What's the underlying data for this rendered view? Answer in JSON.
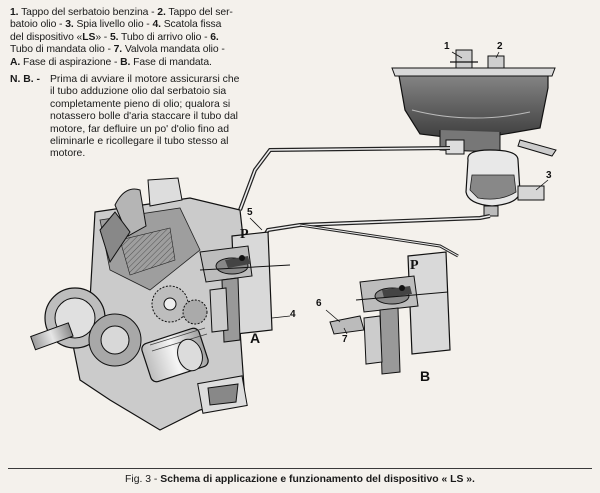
{
  "legend": {
    "lines": [
      [
        {
          "t": "1.",
          "b": true
        },
        {
          "t": " Tappo del serbatoio benzina - ",
          "b": false
        },
        {
          "t": "2.",
          "b": true
        },
        {
          "t": " Tappo del ser-",
          "b": false
        }
      ],
      [
        {
          "t": "batoio olio - ",
          "b": false
        },
        {
          "t": "3.",
          "b": true
        },
        {
          "t": " Spia livello olio - ",
          "b": false
        },
        {
          "t": "4.",
          "b": true
        },
        {
          "t": " Scatola fissa",
          "b": false
        }
      ],
      [
        {
          "t": "del dispositivo «",
          "b": false
        },
        {
          "t": "LS",
          "b": true
        },
        {
          "t": "» - ",
          "b": false
        },
        {
          "t": "5.",
          "b": true
        },
        {
          "t": " Tubo di arrivo olio - ",
          "b": false
        },
        {
          "t": "6.",
          "b": true
        }
      ],
      [
        {
          "t": "Tubo di mandata olio - ",
          "b": false
        },
        {
          "t": "7.",
          "b": true
        },
        {
          "t": " Valvola mandata olio -",
          "b": false
        }
      ],
      [
        {
          "t": "A.",
          "b": true
        },
        {
          "t": " Fase di aspirazione - ",
          "b": false
        },
        {
          "t": "B.",
          "b": true
        },
        {
          "t": " Fase di mandata.",
          "b": false
        }
      ]
    ]
  },
  "note": {
    "label": "N. B. -",
    "lines": [
      "Prima di avviare il motore assicurarsi che",
      "il tubo adduzione olio dal serbatoio sia",
      "completamente pieno di olio; qualora si",
      "notassero bolle d'aria staccare il tubo dal",
      "motore, far defluire un po' d'olio fino ad",
      "eliminarle e ricollegare il tubo stesso al",
      "motore."
    ]
  },
  "callouts": {
    "c1": "1",
    "c2": "2",
    "c3": "3",
    "c4": "4",
    "c5": "5",
    "c6": "6",
    "c7": "7",
    "phaseA": "A",
    "phaseB": "B",
    "pA": "P",
    "pB": "P"
  },
  "caption": {
    "fig": "Fig. 3 - ",
    "title": "Schema di applicazione e funzionamento del dispositivo « LS »."
  },
  "colors": {
    "paper": "#f4f1ec",
    "ink": "#1a1a1a",
    "tank_dark": "#4a4a4a",
    "metal_light": "#cfcfcf"
  }
}
